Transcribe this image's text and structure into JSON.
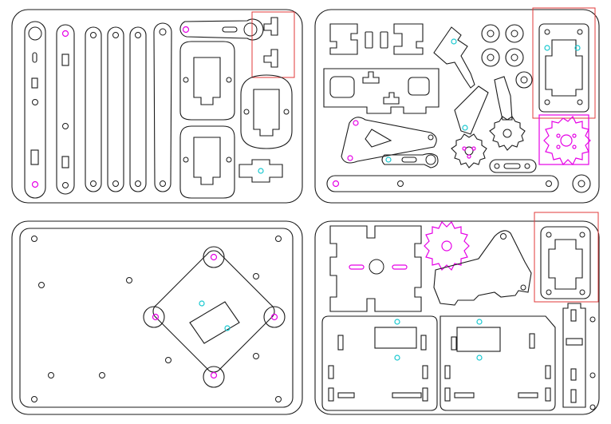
{
  "diagram": {
    "kind": "laser-cut-sheet-layout",
    "panel_count": 4,
    "colors": {
      "cut_line": "#1a1a1a",
      "magenta_holes": "#e600e6",
      "cyan_holes": "#18c8d0",
      "highlight_box": "#e03a3a"
    },
    "panels": [
      {
        "id": "top-left",
        "contents": [
          "link-arms",
          "servo-horn-lever",
          "servo-mount-plates",
          "clip-brackets",
          "cross-bracket"
        ]
      },
      {
        "id": "top-right",
        "contents": [
          "gripper-parts",
          "washers",
          "base-slot-plate",
          "gears",
          "long-bar",
          "servo-frame"
        ]
      },
      {
        "id": "bottom-left",
        "contents": [
          "base-plate",
          "diamond-servo-mount"
        ]
      },
      {
        "id": "bottom-right",
        "contents": [
          "tab-plate",
          "gear",
          "claw-body",
          "side-plates",
          "servo-frame",
          "slot-strip"
        ]
      }
    ],
    "highlight_boxes": 3
  }
}
